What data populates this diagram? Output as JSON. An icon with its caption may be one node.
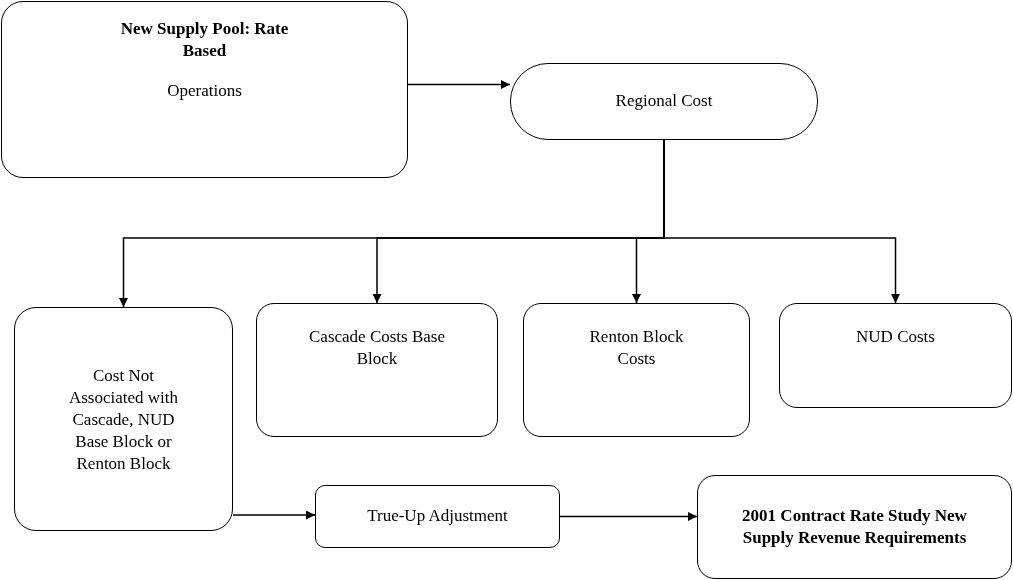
{
  "diagram": {
    "nodes": [
      {
        "text": [
          "New Supply Pool: Rate Based",
          "Operations"
        ]
      },
      {
        "text": [
          "Regional Cost"
        ]
      },
      {
        "text": [
          "Cost Not Associated with Cascade, NUD Base Block or Renton Block"
        ]
      },
      {
        "text": [
          "Cascade Costs Base Block"
        ]
      },
      {
        "text": [
          "Renton Block Costs"
        ]
      },
      {
        "text": [
          "NUD Costs"
        ]
      },
      {
        "text": [
          "True-Up Adjustment"
        ]
      },
      {
        "text": [
          "2001 Contract Rate Study New Supply Revenue Requirements"
        ]
      }
    ],
    "edges": [
      {
        "from": 0,
        "to": 1,
        "arrow": "to"
      },
      {
        "from": 1,
        "to": 2,
        "arrow": "to"
      },
      {
        "from": 1,
        "to": 3,
        "arrow": "to"
      },
      {
        "from": 1,
        "to": 4,
        "arrow": "to"
      },
      {
        "from": 1,
        "to": 5,
        "arrow": "to"
      },
      {
        "from": 2,
        "to": 6,
        "arrow": "to"
      },
      {
        "from": 6,
        "to": 7,
        "arrow": "to"
      }
    ]
  }
}
